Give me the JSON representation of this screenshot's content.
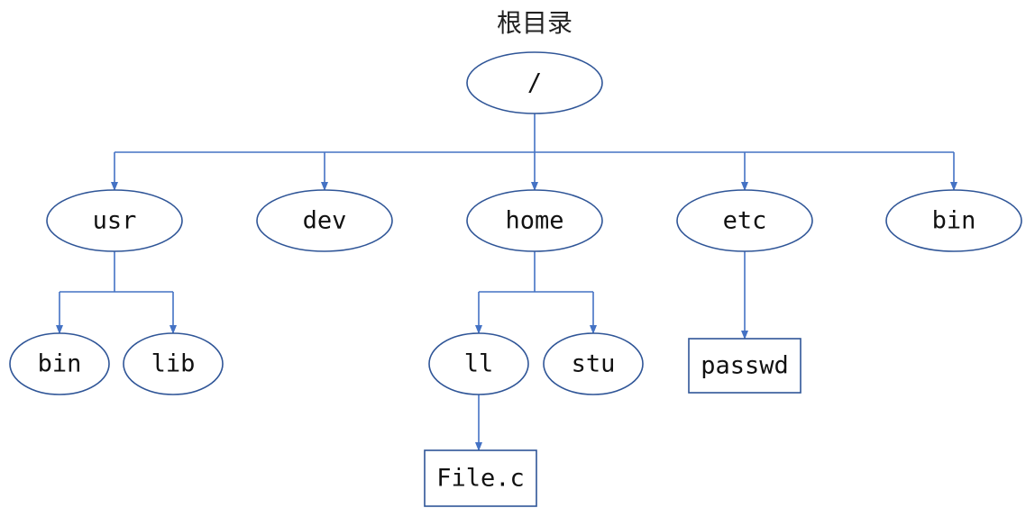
{
  "title": "根目录",
  "colors": {
    "line": "#4472C4",
    "shape_stroke": "#2F5597",
    "text": "#111111"
  },
  "nodes": {
    "root": {
      "label": "/",
      "shape": "ellipse"
    },
    "usr": {
      "label": "usr",
      "shape": "ellipse"
    },
    "dev": {
      "label": "dev",
      "shape": "ellipse"
    },
    "home": {
      "label": "home",
      "shape": "ellipse"
    },
    "etc": {
      "label": "etc",
      "shape": "ellipse"
    },
    "bin_top": {
      "label": "bin",
      "shape": "ellipse"
    },
    "usr_bin": {
      "label": "bin",
      "shape": "ellipse"
    },
    "usr_lib": {
      "label": "lib",
      "shape": "ellipse"
    },
    "home_ll": {
      "label": "ll",
      "shape": "ellipse"
    },
    "home_stu": {
      "label": "stu",
      "shape": "ellipse"
    },
    "etc_passwd": {
      "label": "passwd",
      "shape": "rectangle"
    },
    "ll_file": {
      "label": "File.c",
      "shape": "rectangle"
    }
  },
  "edges": [
    [
      "root",
      "usr"
    ],
    [
      "root",
      "dev"
    ],
    [
      "root",
      "home"
    ],
    [
      "root",
      "etc"
    ],
    [
      "root",
      "bin_top"
    ],
    [
      "usr",
      "usr_bin"
    ],
    [
      "usr",
      "usr_lib"
    ],
    [
      "home",
      "home_ll"
    ],
    [
      "home",
      "home_stu"
    ],
    [
      "etc",
      "etc_passwd"
    ],
    [
      "home_ll",
      "ll_file"
    ]
  ]
}
